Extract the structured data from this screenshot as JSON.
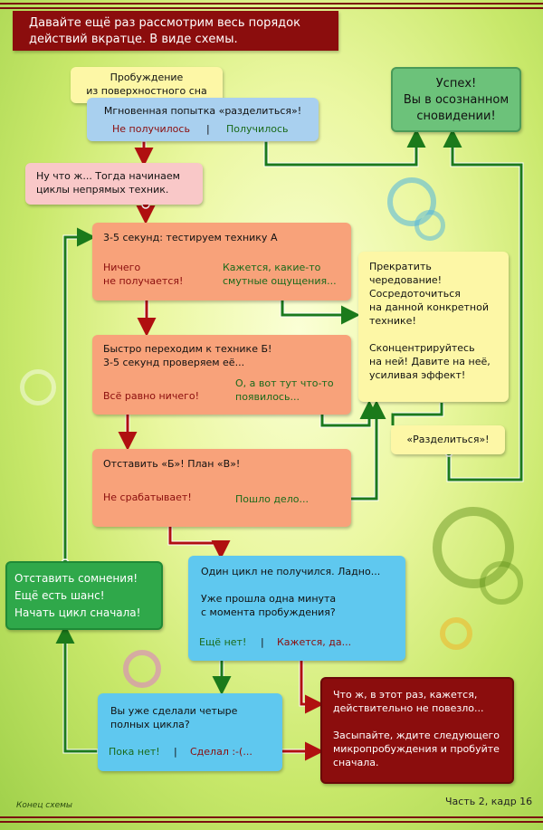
{
  "header": {
    "text": "Давайте ещё раз рассмотрим весь порядок\nдействий вкратце. В виде схемы."
  },
  "nodes": {
    "awake": "Пробуждение\nиз поверхностного сна",
    "attempt": {
      "title": "Мгновенная попытка «разделиться»!",
      "fail": "Не получилось",
      "sep": "|",
      "ok": "Получилось"
    },
    "success": "Успех!\nВы в осознанном\nсновидении!",
    "cycles": "Ну что ж... Тогда начинаем\nциклы непрямых техник.",
    "techA": {
      "title": "3-5 секунд: тестируем технику А",
      "fail": "Ничего\nне получается!",
      "ok": "Кажется, какие-то\nсмутные ощущения..."
    },
    "stop": "Прекратить\nчередование!\nСосредоточиться\nна данной конкретной\nтехнике!\n\nСконцентрируйтесь\nна ней! Давите на неё,\nусиливая эффект!",
    "techB": {
      "title": "Быстро переходим к технике Б!\n3-5 секунд проверяем её...",
      "fail": "Всё равно ничего!",
      "ok": "О, а вот тут что-то\nпоявилось..."
    },
    "separate": "«Разделиться»!",
    "planB": {
      "title": "Отставить «Б»! План «В»!",
      "fail": "Не срабатывает!",
      "ok": "Пошло дело..."
    },
    "restart": "Отставить сомнения!\nЕщё есть шанс!\nНачать цикл сначала!",
    "cycleFail": {
      "title": "Один цикл не получился. Ладно...\n\nУже прошла одна минута\nс момента пробуждения?",
      "no": "Ещё нет!",
      "sep": "|",
      "yes": "Кажется, да..."
    },
    "fourCycles": {
      "title": "Вы уже сделали четыре\nполных цикла?",
      "no": "Пока нет!",
      "sep": "|",
      "yes": "Сделал :-(..."
    },
    "unlucky": "Что ж, в этот раз, кажется,\nдействительно не повезло...\n\nЗасыпайте, ждите следующего\nмикропробуждения и пробуйте\nсначала."
  },
  "footer": {
    "left": "Конец схемы",
    "right": "Часть 2, кадр 16"
  },
  "colors": {
    "header_bg": "#8b0d0d",
    "yellow": "#fdf7a6",
    "blue": "#a9d0ef",
    "pink": "#f9c8c8",
    "orange": "#f8a27a",
    "green_box": "#2fa84a",
    "cyan": "#5fc8ef",
    "dark_red": "#8b0d0d",
    "success": "#6cc27a",
    "wire_green": "#1b7a1b",
    "wire_red": "#b01010"
  }
}
